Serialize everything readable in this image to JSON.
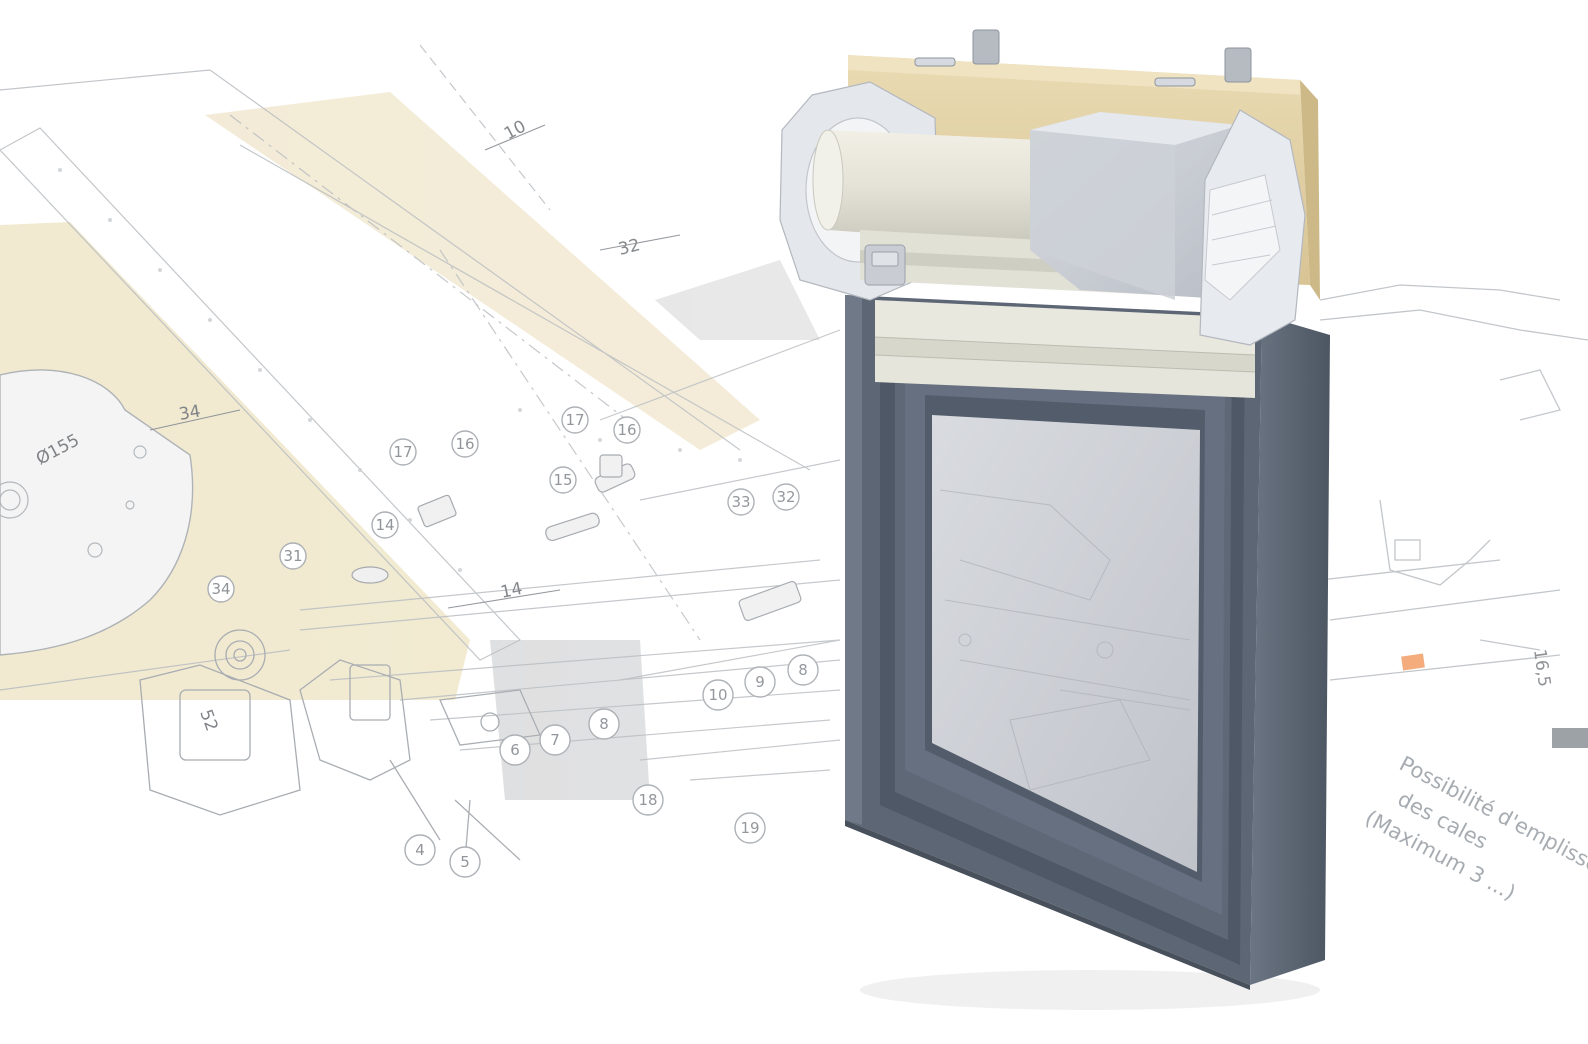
{
  "drawing": {
    "dimensions": {
      "d155": "Ø155",
      "d34": "34",
      "d14": "14",
      "d10": "10",
      "d32": "32",
      "d52": "52",
      "d165": "16,5"
    },
    "callouts": {
      "c17a": "17",
      "c16a": "16",
      "c17b": "17",
      "c16b": "16",
      "c15": "15",
      "c14": "14",
      "c31": "31",
      "c34": "34",
      "c33": "33",
      "c32": "32",
      "c6": "6",
      "c7": "7",
      "c8a": "8",
      "c10": "10",
      "c9": "9",
      "c8b": "8",
      "c18": "18",
      "c19": "19",
      "c4": "4",
      "c5": "5"
    },
    "annotation_line1": "Possibilité d'emplissement",
    "annotation_line2": "des cales",
    "annotation_line3": "(Maximum 3 ...)"
  },
  "colors": {
    "frame": "#5a6472",
    "wood": "#e3d3a8",
    "glass": "#d8dade",
    "housing": "#dfe2e6",
    "accent": "#f2a06a"
  }
}
